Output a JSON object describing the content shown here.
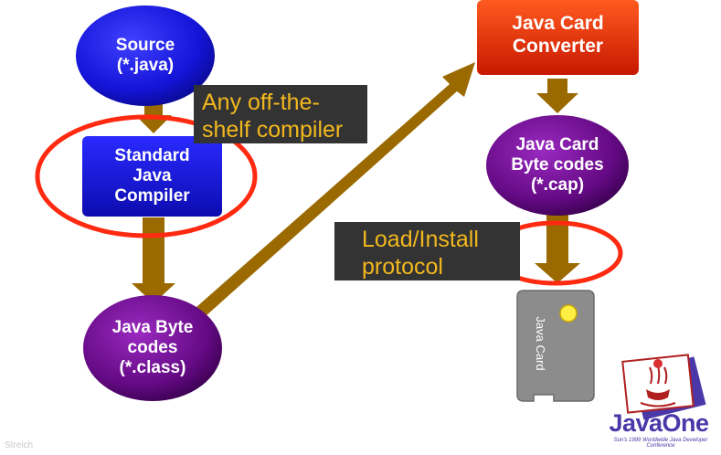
{
  "nodes": {
    "source": "Source\n(*.java)",
    "compiler": "Standard\nJava\nCompiler",
    "bytecodes": "Java Byte\ncodes\n(*.class)",
    "converter": "Java Card\nConverter",
    "cap": "Java Card\nByte codes\n(*.cap)"
  },
  "callouts": {
    "compiler_note": "Any off-the-\nshelf compiler",
    "install_note": "Load/Install\n protocol"
  },
  "card": {
    "label": "Java Card"
  },
  "footer": {
    "author": "Streich"
  },
  "logo": {
    "name": "JavaOne",
    "subtitle": "Sun's 1999 Worldwide Java Developer Conference"
  },
  "colors": {
    "blue_node": "#1a1ae0",
    "purple_node": "#6a0a8a",
    "converter_node": "#e83010",
    "arrow": "#9a6a00",
    "highlight_ring": "#ff2a10",
    "callout_bg": "#333333",
    "callout_text": "#f2b81e",
    "card": "#8c8c8c"
  }
}
